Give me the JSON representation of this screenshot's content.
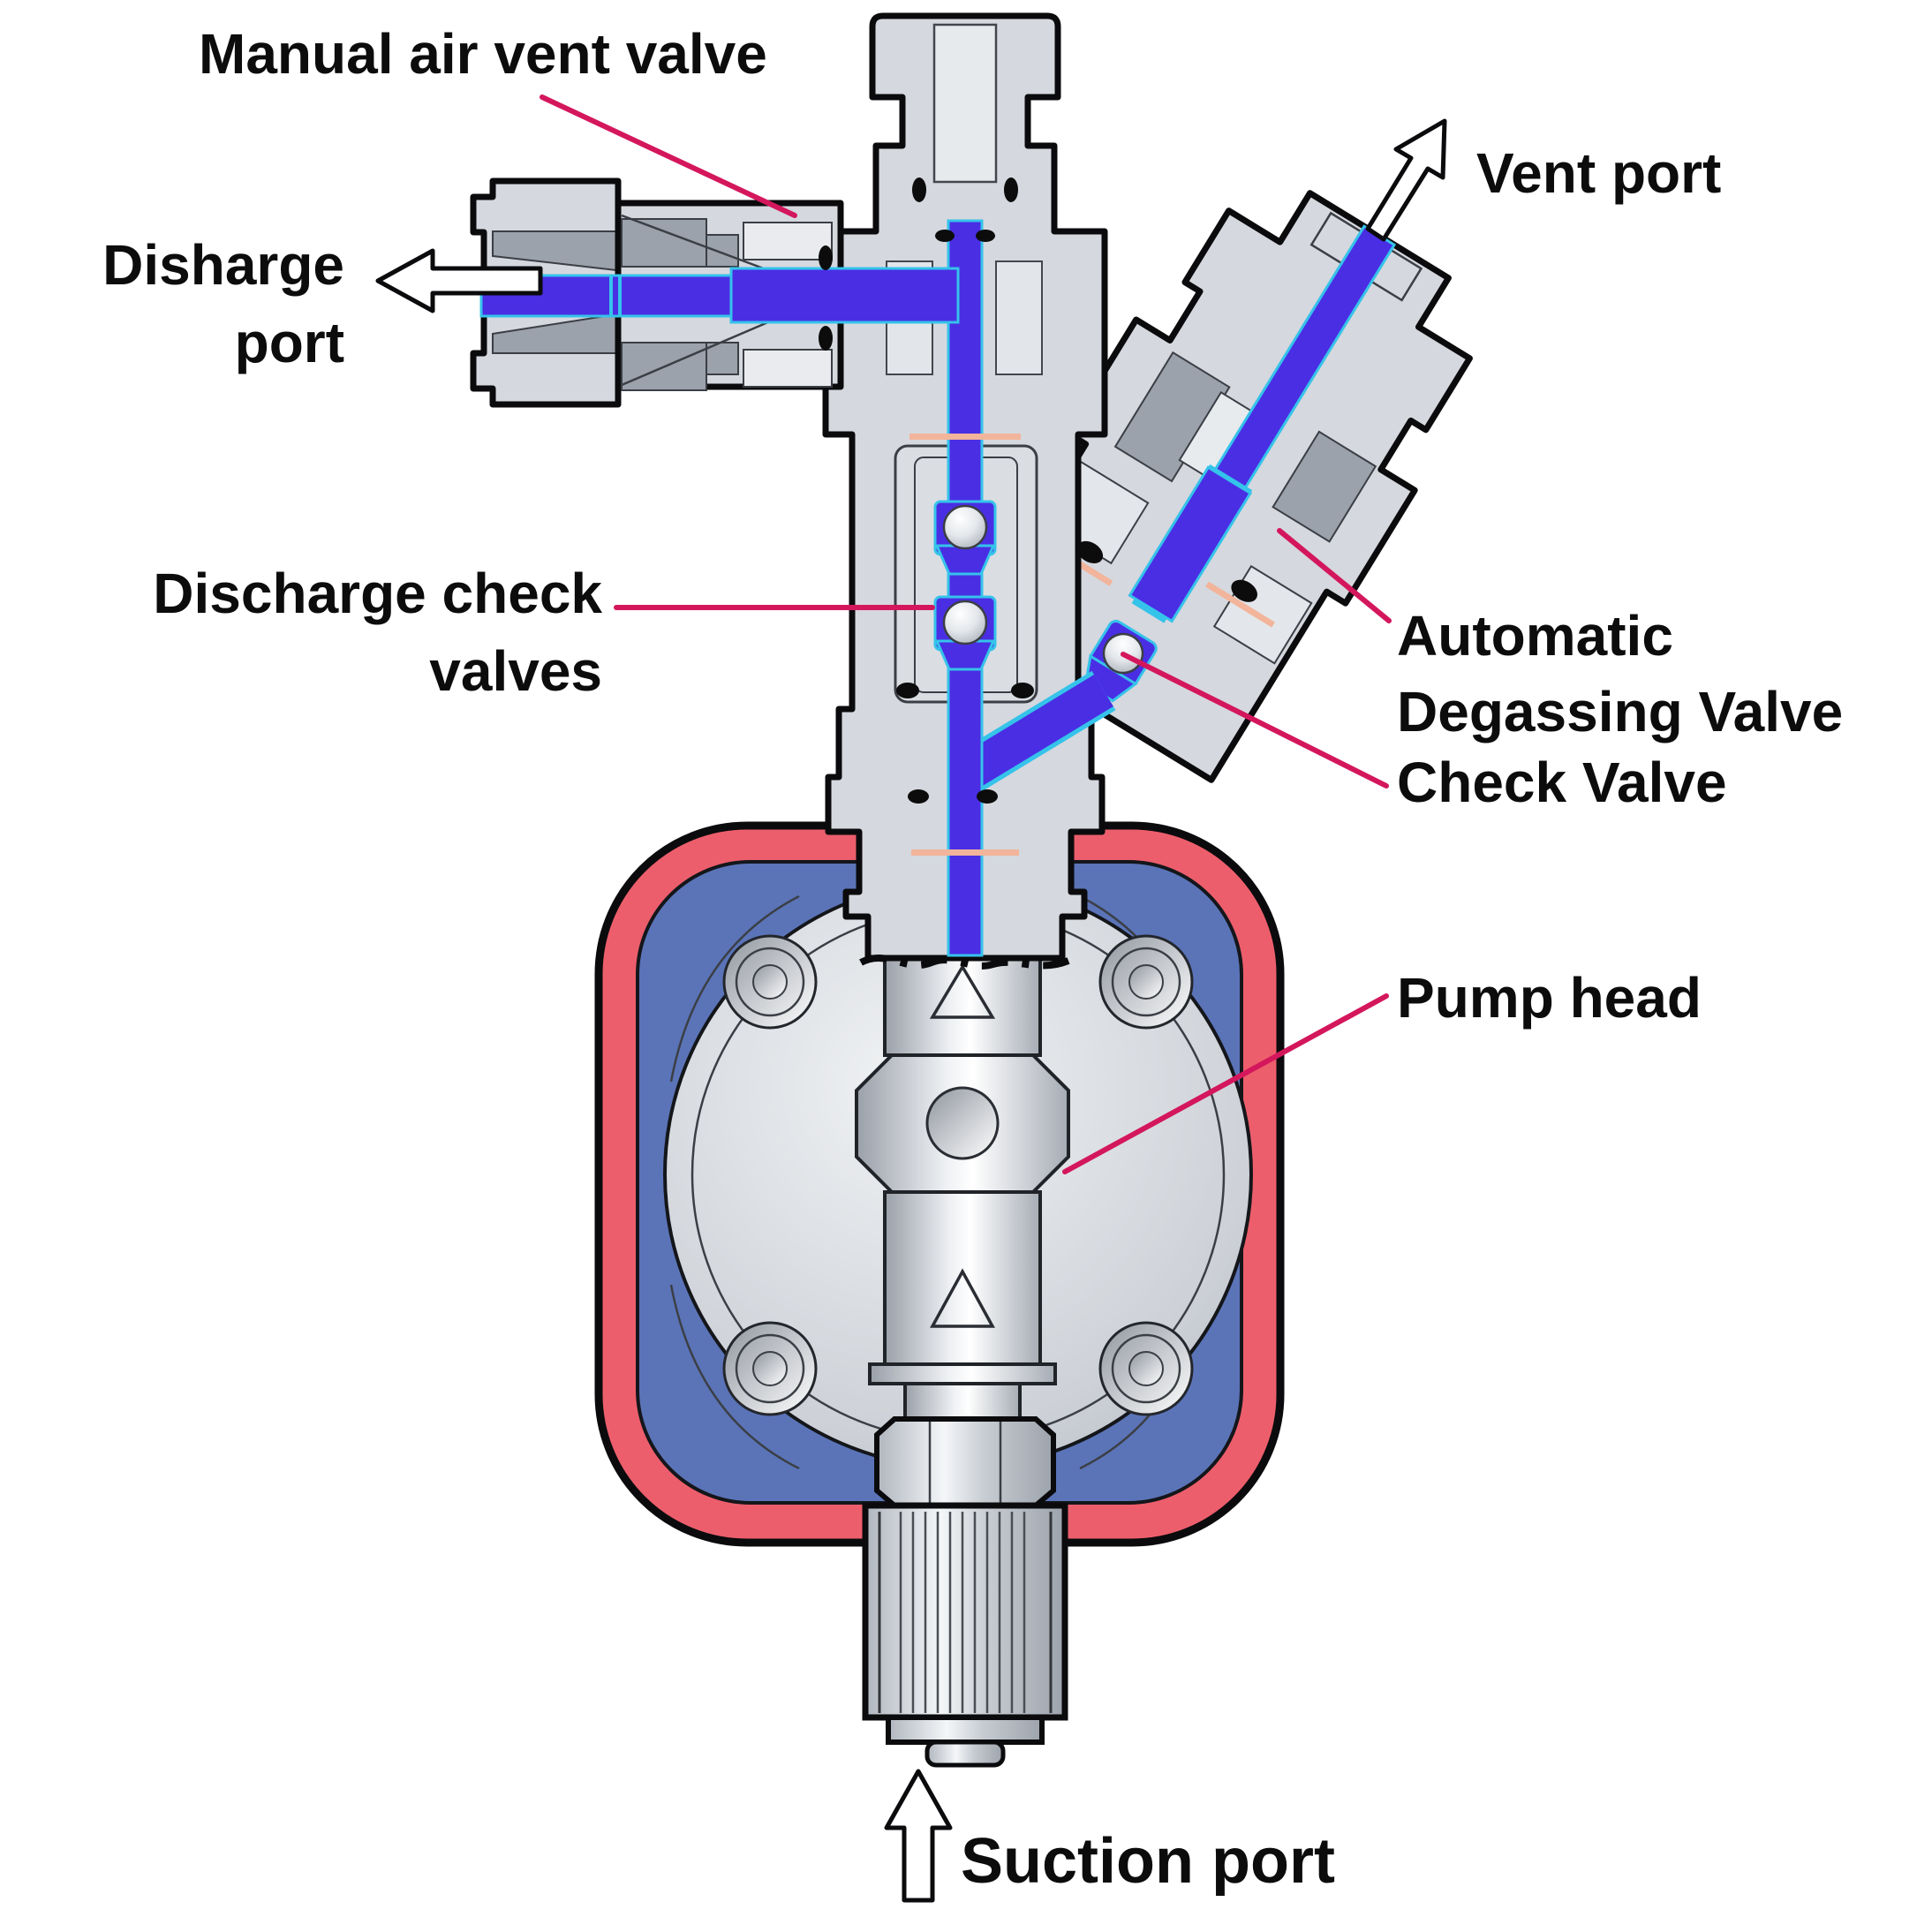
{
  "diagram": {
    "type": "pump-cutaway-technical-diagram",
    "labels": {
      "manual_air_vent_valve": "Manual air vent valve",
      "discharge_port_line1": "Disharge",
      "discharge_port_line2": "port",
      "vent_port": "Vent port",
      "discharge_check_valves_line1": "Discharge check",
      "discharge_check_valves_line2": "valves",
      "automatic_degassing_valve_line1": "Automatic",
      "automatic_degassing_valve_line2": "Degassing Valve",
      "check_valve": "Check Valve",
      "pump_head": "Pump head",
      "suction_port": "Suction port"
    },
    "icons": {
      "discharge": "left-arrow-icon",
      "vent": "up-right-arrow-icon",
      "suction": "up-arrow-icon"
    },
    "colors": {
      "leader_line": "#d4175c",
      "fluid_blue": "#4a2ee4",
      "fluid_outline_cyan": "#35c3ea",
      "pump_head_ring_red": "#ed5e6c",
      "pump_head_inner_blue": "#5b74b8",
      "body_gray": "#d5d8de",
      "body_dark_gray": "#9ba2ac",
      "gasket_salmon": "#f2b49a",
      "outline_black": "#0b0b0d",
      "background": "#ffffff"
    }
  }
}
